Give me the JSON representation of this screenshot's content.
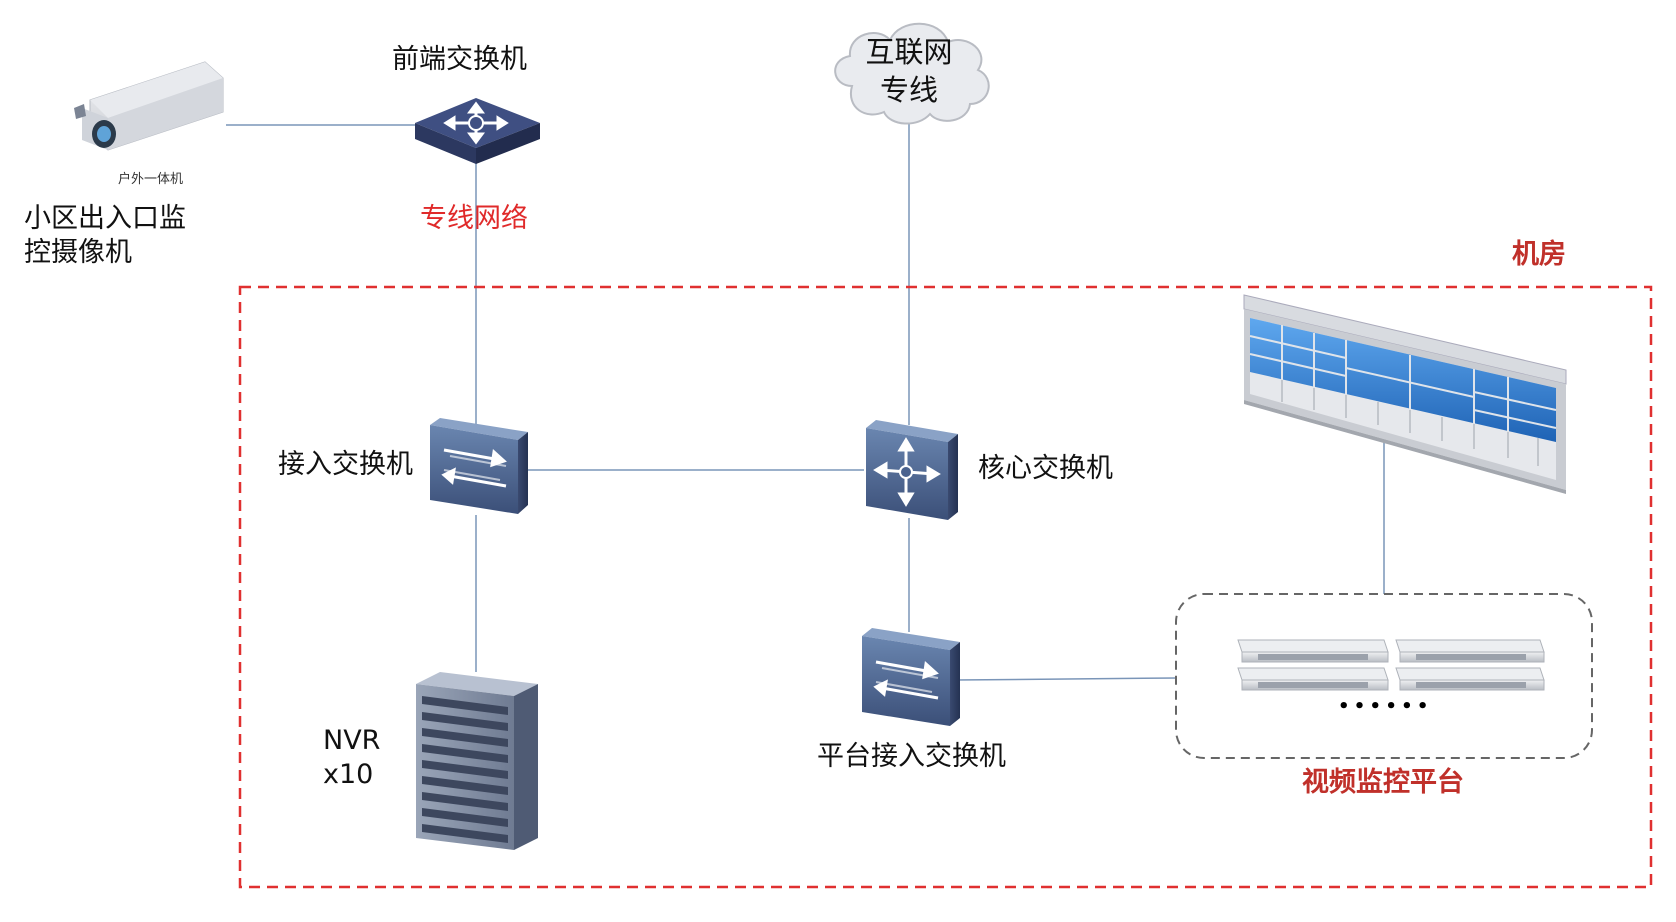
{
  "labels": {
    "front_switch": "前端交换机",
    "private_network": "专线网络",
    "internet_line_1": "互联网",
    "internet_line_2": "专线",
    "camera_caption": "户外一体机",
    "camera_title_1": "小区出入口监",
    "camera_title_2": "控摄像机",
    "machine_room": "机房",
    "access_switch": "接入交换机",
    "core_switch": "核心交换机",
    "nvr_1": "NVR",
    "nvr_2": "x10",
    "platform_switch": "平台接入交换机",
    "server_dots": "• • • • • •",
    "video_platform": "视频监控平台"
  },
  "colors": {
    "link": "#7a95b8",
    "room_border": "#e03030",
    "switch_dark": "#2f3f66",
    "switch_light": "#5c7aa6",
    "label_red": "#e02a2a",
    "label_darkred": "#c0302a"
  }
}
